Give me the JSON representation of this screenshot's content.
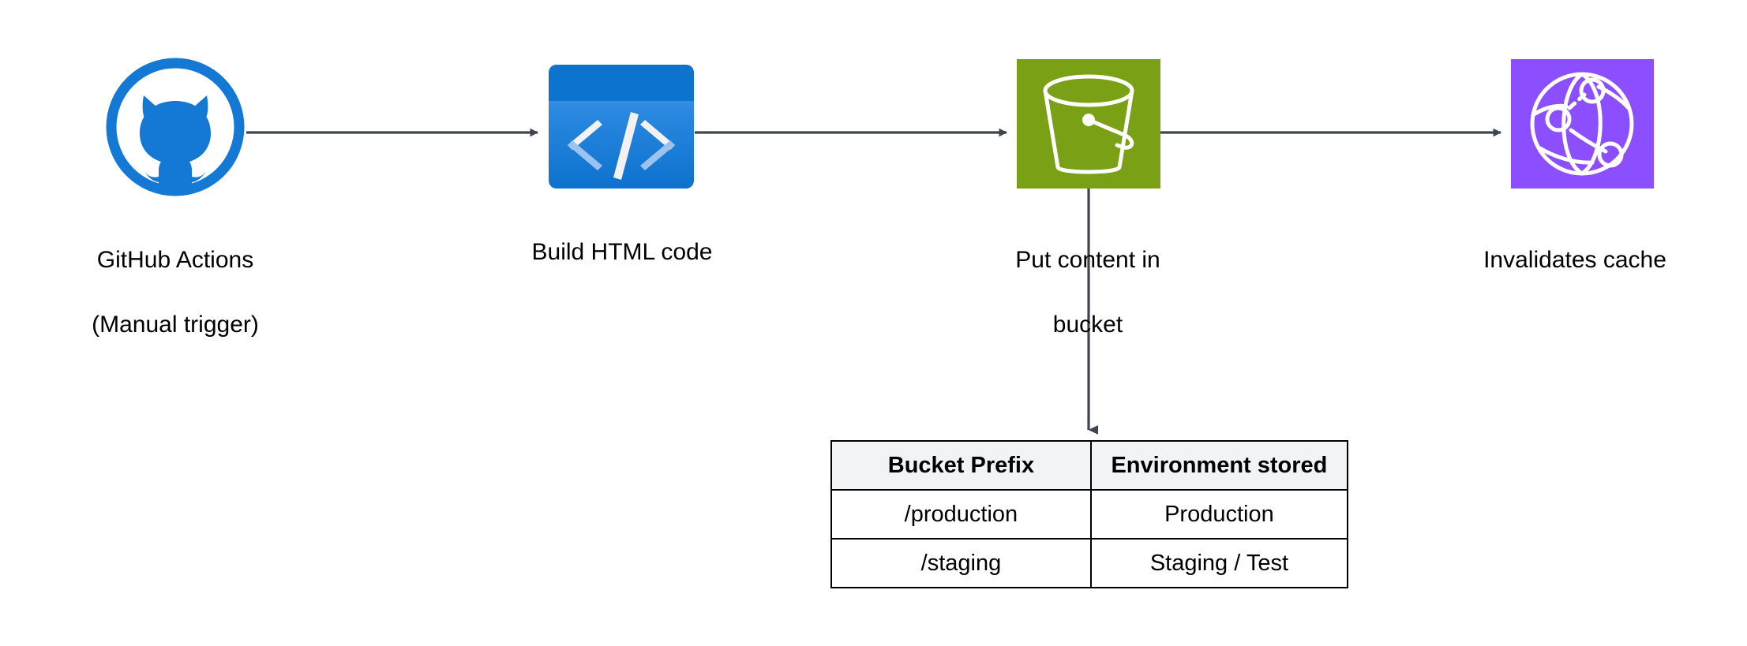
{
  "diagram": {
    "title": "Static site deployment pipeline",
    "background_color": "#ffffff",
    "connector_color": "#3F4450"
  },
  "nodes": [
    {
      "id": "github-actions",
      "icon": "github-octocat-icon",
      "label": "GitHub Actions\n(Manual trigger)",
      "label_line1": "GitHub Actions",
      "label_line2": "(Manual trigger)",
      "color": "#1379D5"
    },
    {
      "id": "build-html-code",
      "icon": "code-brackets-icon",
      "label": "Build HTML code",
      "color": "#0C74CE",
      "color_secondary": "#5A9BE8"
    },
    {
      "id": "put-content-in-bucket",
      "icon": "s3-bucket-icon",
      "label": "Put content in\nbucket",
      "label_line1": "Put content in",
      "label_line2": "bucket",
      "color": "#7AA116"
    },
    {
      "id": "invalidates-cache",
      "icon": "cloudfront-globe-icon",
      "label": "Invalidates cache",
      "color": "#8C4FFF"
    }
  ],
  "connectors": [
    {
      "id": "gh-to-build",
      "from": "github-actions",
      "to": "build-html-code",
      "direction": "right"
    },
    {
      "id": "build-to-bucket",
      "from": "build-html-code",
      "to": "put-content-in-bucket",
      "direction": "right"
    },
    {
      "id": "bucket-to-cache",
      "from": "put-content-in-bucket",
      "to": "invalidates-cache",
      "direction": "right"
    },
    {
      "id": "bucket-to-table",
      "from": "put-content-in-bucket",
      "to": "prefix-table",
      "direction": "down"
    }
  ],
  "table": {
    "id": "prefix-table",
    "headers": [
      "Bucket Prefix",
      "Environment stored"
    ],
    "rows": [
      [
        "/production",
        "Production"
      ],
      [
        "/staging",
        "Staging / Test"
      ]
    ],
    "header_background": "#F1F3F4",
    "border_color": "#000000"
  }
}
